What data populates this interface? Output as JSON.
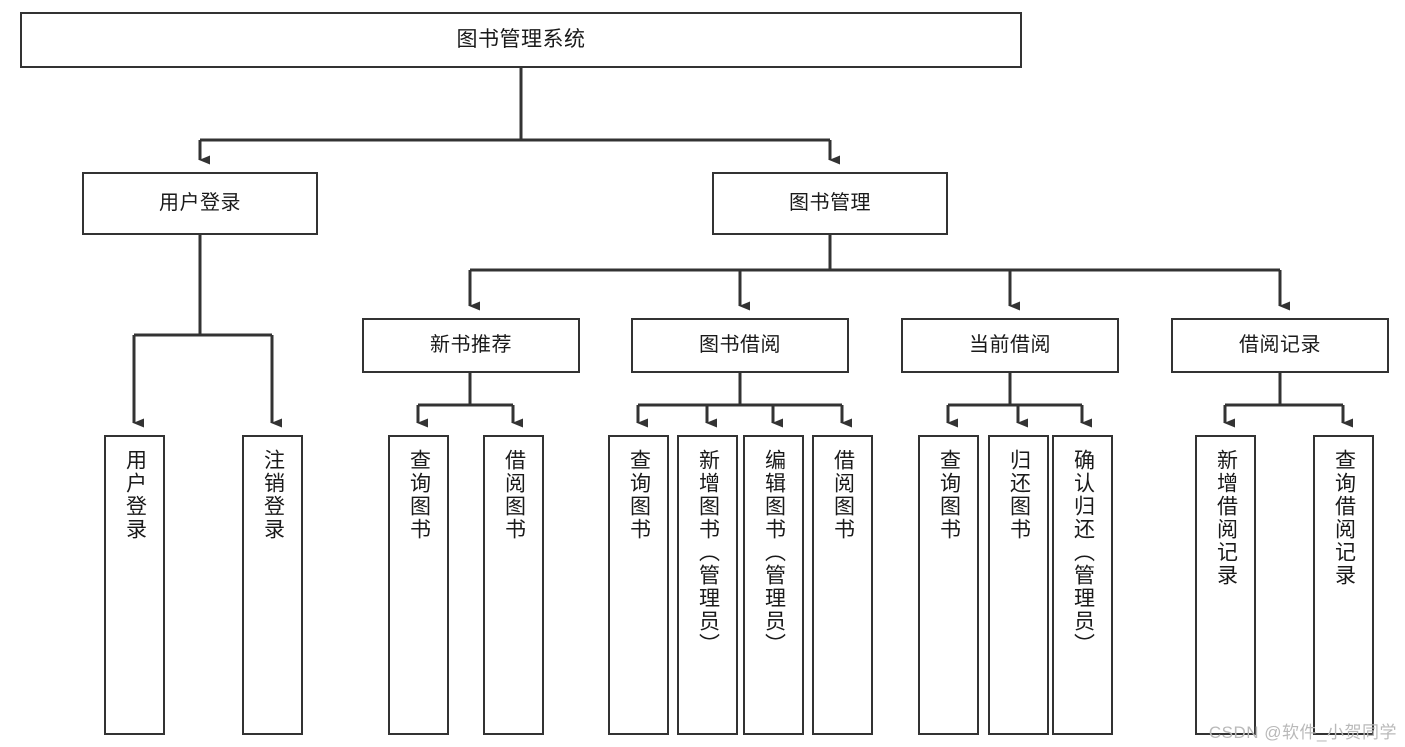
{
  "diagram": {
    "title": "图书管理系统",
    "type": "tree-hierarchy-chart",
    "watermark": "CSDN @软件_小贺同学",
    "colors": {
      "stroke": "#333333",
      "fill": "#ffffff",
      "text": "#1a1a1a",
      "watermark": "#b9b9b9"
    },
    "root": {
      "label": "图书管理系统"
    },
    "level1": [
      {
        "label": "用户登录"
      },
      {
        "label": "图书管理"
      }
    ],
    "level2": [
      {
        "label": "新书推荐"
      },
      {
        "label": "图书借阅"
      },
      {
        "label": "当前借阅"
      },
      {
        "label": "借阅记录"
      }
    ],
    "leaves": {
      "user_login": [
        {
          "label": "用户登录"
        },
        {
          "label": "注销登录"
        }
      ],
      "new_book": [
        {
          "label": "查询图书"
        },
        {
          "label": "借阅图书"
        }
      ],
      "book_borrow": [
        {
          "label": "查询图书"
        },
        {
          "label": "新增图书（管理员）"
        },
        {
          "label": "编辑图书（管理员）"
        },
        {
          "label": "借阅图书"
        }
      ],
      "current_borrow": [
        {
          "label": "查询图书"
        },
        {
          "label": "归还图书"
        },
        {
          "label": "确认归还（管理员）"
        }
      ],
      "borrow_record": [
        {
          "label": "新增借阅记录"
        },
        {
          "label": "查询借阅记录"
        }
      ]
    }
  }
}
